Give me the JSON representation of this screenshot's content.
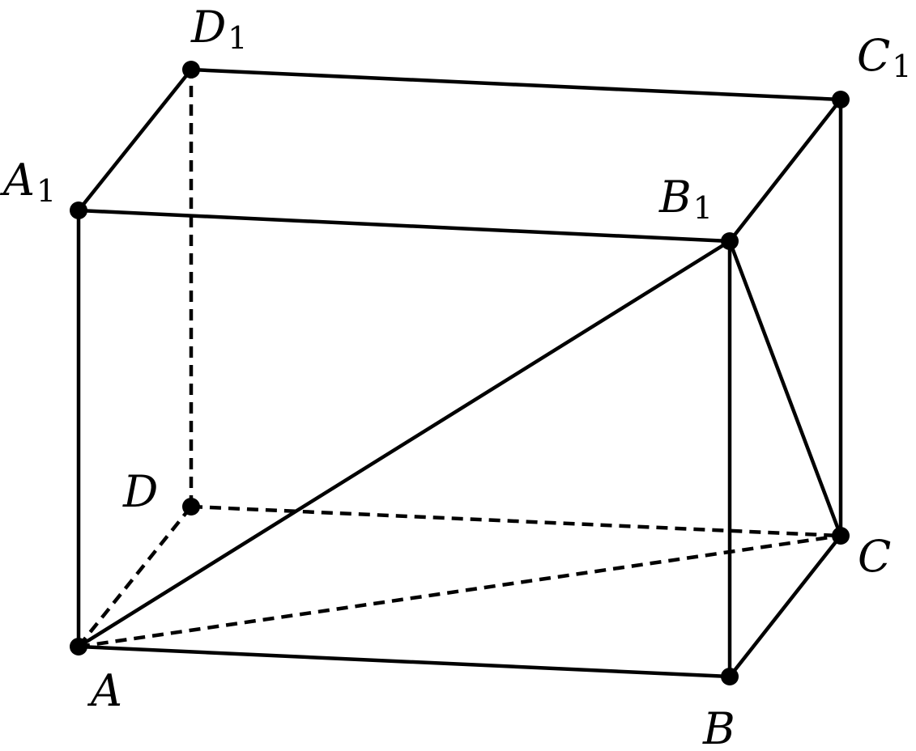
{
  "diagram": {
    "labels": {
      "A": "A",
      "B": "B",
      "C": "C",
      "D": "D",
      "A1": "A",
      "B1": "B",
      "C1": "C",
      "D1": "D",
      "subscript": "1"
    }
  }
}
